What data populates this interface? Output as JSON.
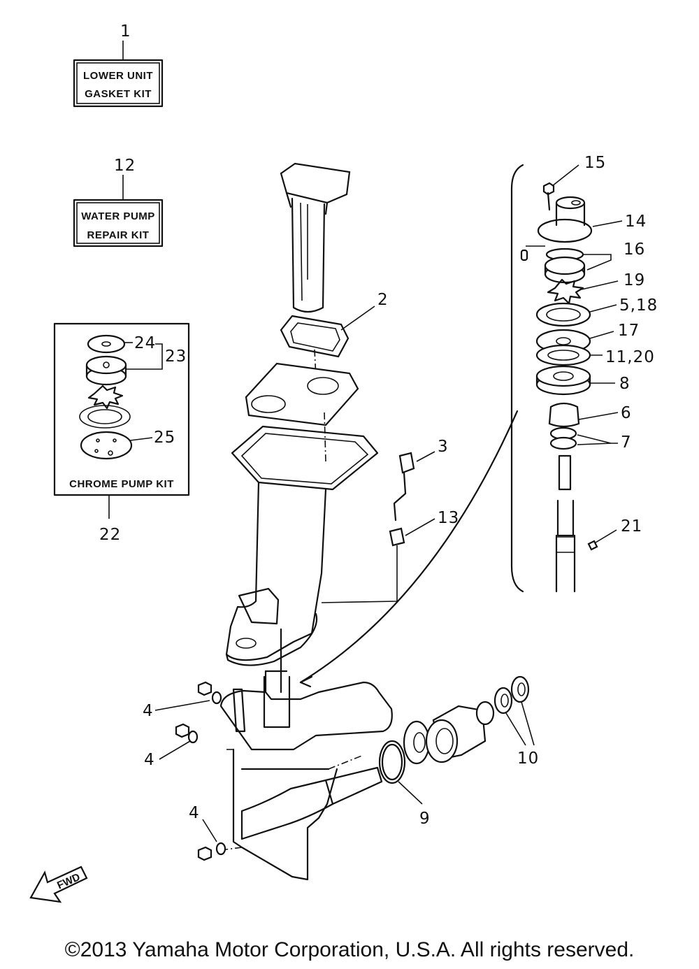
{
  "kits": {
    "gasket_kit": {
      "number": "1",
      "line1": "LOWER UNIT",
      "line2": "GASKET KIT"
    },
    "water_pump_kit": {
      "number": "12",
      "line1": "WATER PUMP",
      "line2": "REPAIR KIT"
    },
    "chrome_pump_kit": {
      "number": "22",
      "label": "CHROME PUMP KIT"
    }
  },
  "callouts": {
    "c2": "2",
    "c3": "3",
    "c4a": "4",
    "c4b": "4",
    "c4c": "4",
    "c5_18": "5,18",
    "c6": "6",
    "c7": "7",
    "c8": "8",
    "c9": "9",
    "c10": "10",
    "c11_20": "11,20",
    "c13": "13",
    "c14": "14",
    "c15": "15",
    "c16": "16",
    "c17": "17",
    "c19": "19",
    "c21": "21",
    "c23": "23",
    "c24": "24",
    "c25": "25"
  },
  "direction_label": "FWD",
  "copyright": "©2013 Yamaha Motor Corporation, U.S.A. All rights reserved."
}
